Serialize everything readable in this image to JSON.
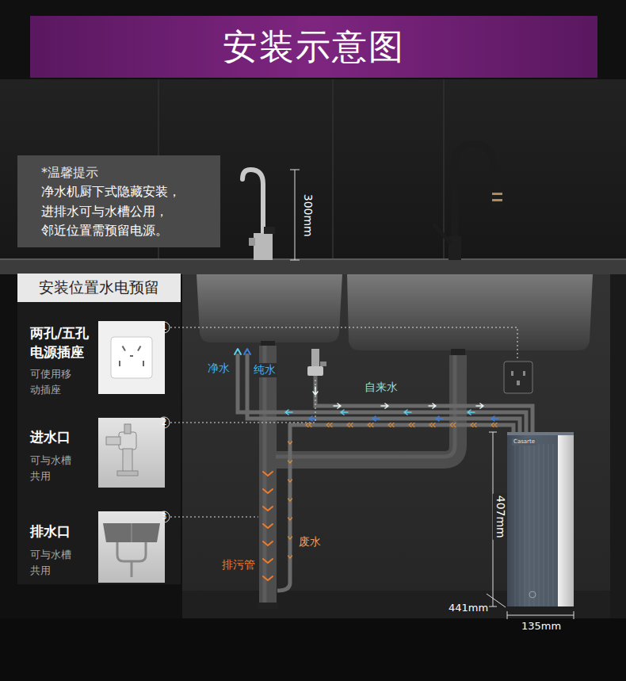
{
  "diagram": {
    "title": "安装示意图",
    "nodes": [
      {
        "text": [
          "*温馨提示",
          "净水机厨下式隐藏安装， 进排水可与水槽公用， 邻近位置需预留电源。"
        ]
      },
      {
        "text": [
          "安装位置水电预留"
        ]
      }
    ],
    "labels": [
      "300mm",
      "两孔/五孔 电源插座",
      "可使用移 动插座",
      "1",
      "进水口",
      "可与水槽 共用",
      "2",
      "排水口",
      "可与水槽 共用",
      "3",
      "净水",
      "纯水",
      "自来水",
      "废水",
      "排污管",
      "Casarte",
      "407mm",
      "441mm",
      "135mm"
    ]
  }
}
